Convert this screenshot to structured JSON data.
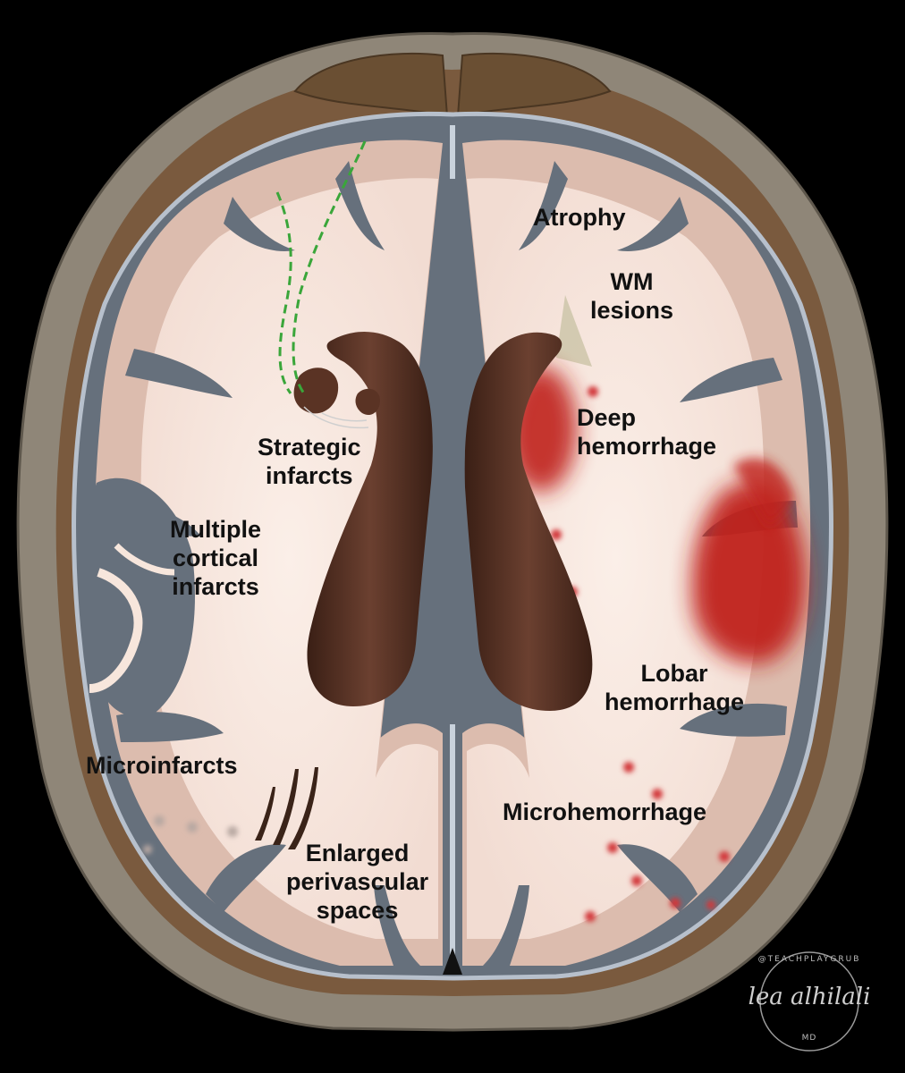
{
  "labels": {
    "atrophy": "Atrophy",
    "wm_lesions": [
      "WM",
      "lesions"
    ],
    "deep_hemorrhage": [
      "Deep",
      "hemorrhage"
    ],
    "strategic_infarcts": [
      "Strategic",
      "infarcts"
    ],
    "multiple_cortical_infarcts": [
      "Multiple",
      "cortical",
      "infarcts"
    ],
    "lobar_hemorrhage": [
      "Lobar",
      "hemorrhage"
    ],
    "microinfarcts": "Microinfarcts",
    "microhemorrhage": "Microhemorrhage",
    "enlarged_perivascular_spaces": [
      "Enlarged",
      "perivascular",
      "spaces"
    ]
  },
  "signature": {
    "name": "lea alhilali",
    "handle": "@TEACHPLAYGRUB",
    "credential": "MD"
  },
  "colors": {
    "background": "#000000",
    "skull": "#8f8678",
    "csf": "#66707c",
    "cortex": "#dcbcae",
    "white_matter": "#f7e6dc",
    "ventricles": "#4b2a1e",
    "hemorrhage": "#c0201c",
    "wm_lesion": "#cfc6ac",
    "tract": "#3aa63a"
  }
}
